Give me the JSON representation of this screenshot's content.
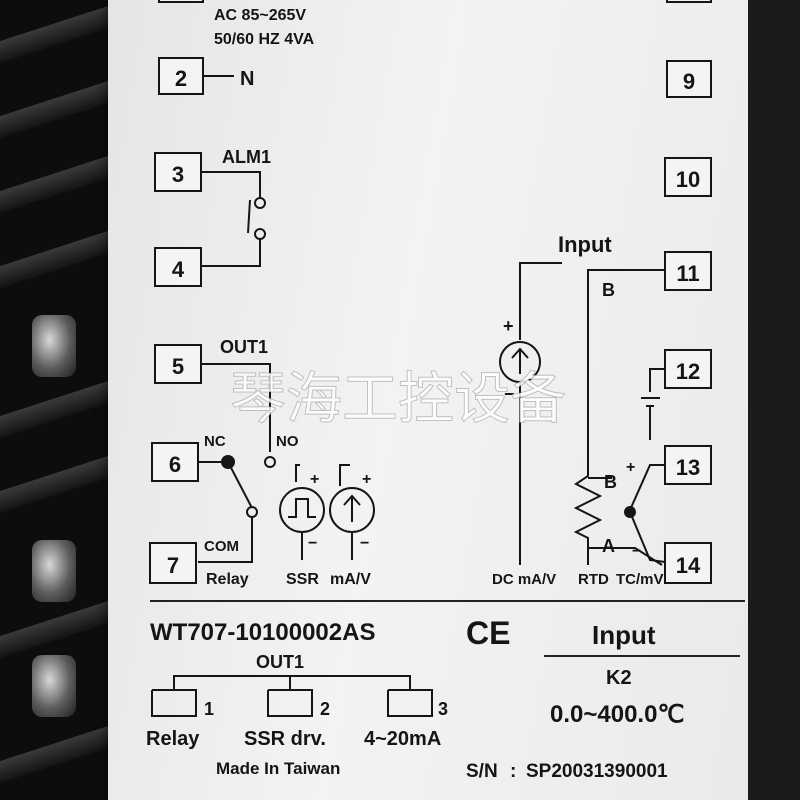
{
  "power": {
    "line1": "AC 85~265V",
    "line2": "50/60 HZ 4VA",
    "n_label": "N"
  },
  "terminals": [
    "2",
    "3",
    "4",
    "5",
    "6",
    "7",
    "9",
    "10",
    "11",
    "12",
    "13",
    "14"
  ],
  "labels": {
    "alm1": "ALM1",
    "out1_top": "OUT1",
    "nc": "NC",
    "no": "NO",
    "com": "COM",
    "relay": "Relay",
    "ssr": "SSR",
    "mav": "mA/V",
    "plus": "+",
    "minus": "−",
    "input": "Input",
    "b_top": "B",
    "b_rtd": "B",
    "a_rtd": "A",
    "dc_mav": "DC mA/V",
    "rtd": "RTD",
    "tcmv": "TC/mV"
  },
  "model": "WT707-10100002AS",
  "ce_mark": "CE",
  "out1_section": {
    "title": "OUT1",
    "options": [
      {
        "number": "1",
        "name": "Relay"
      },
      {
        "number": "2",
        "name": "SSR drv."
      },
      {
        "number": "3",
        "name": "4~20mA"
      }
    ]
  },
  "made_in": "Made In Taiwan",
  "input_section": {
    "title": "Input",
    "type": "K2",
    "range": "0.0~400.0℃"
  },
  "serial": {
    "label": "S/N",
    "value": "SP20031390001"
  },
  "watermark": "琴海工控设备"
}
